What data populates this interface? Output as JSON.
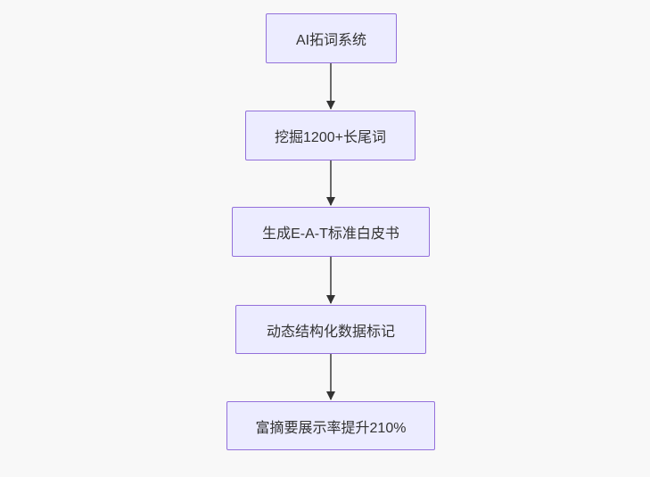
{
  "diagram": {
    "type": "flowchart",
    "direction": "top-down",
    "nodes": [
      {
        "id": "A",
        "label": "AI拓词系统"
      },
      {
        "id": "B",
        "label": "挖掘1200+长尾词"
      },
      {
        "id": "C",
        "label": "生成E-A-T标准白皮书"
      },
      {
        "id": "D",
        "label": "动态结构化数据标记"
      },
      {
        "id": "E",
        "label": "富摘要展示率提升210%"
      }
    ],
    "edges": [
      {
        "from": "A",
        "to": "B"
      },
      {
        "from": "B",
        "to": "C"
      },
      {
        "from": "C",
        "to": "D"
      },
      {
        "from": "D",
        "to": "E"
      }
    ],
    "colors": {
      "background": "#f8f8f8",
      "node_fill": "#ECECFF",
      "node_border": "#9370DB",
      "node_text": "#333333",
      "edge_line": "#5a5a5a",
      "arrowhead": "#333333"
    }
  }
}
